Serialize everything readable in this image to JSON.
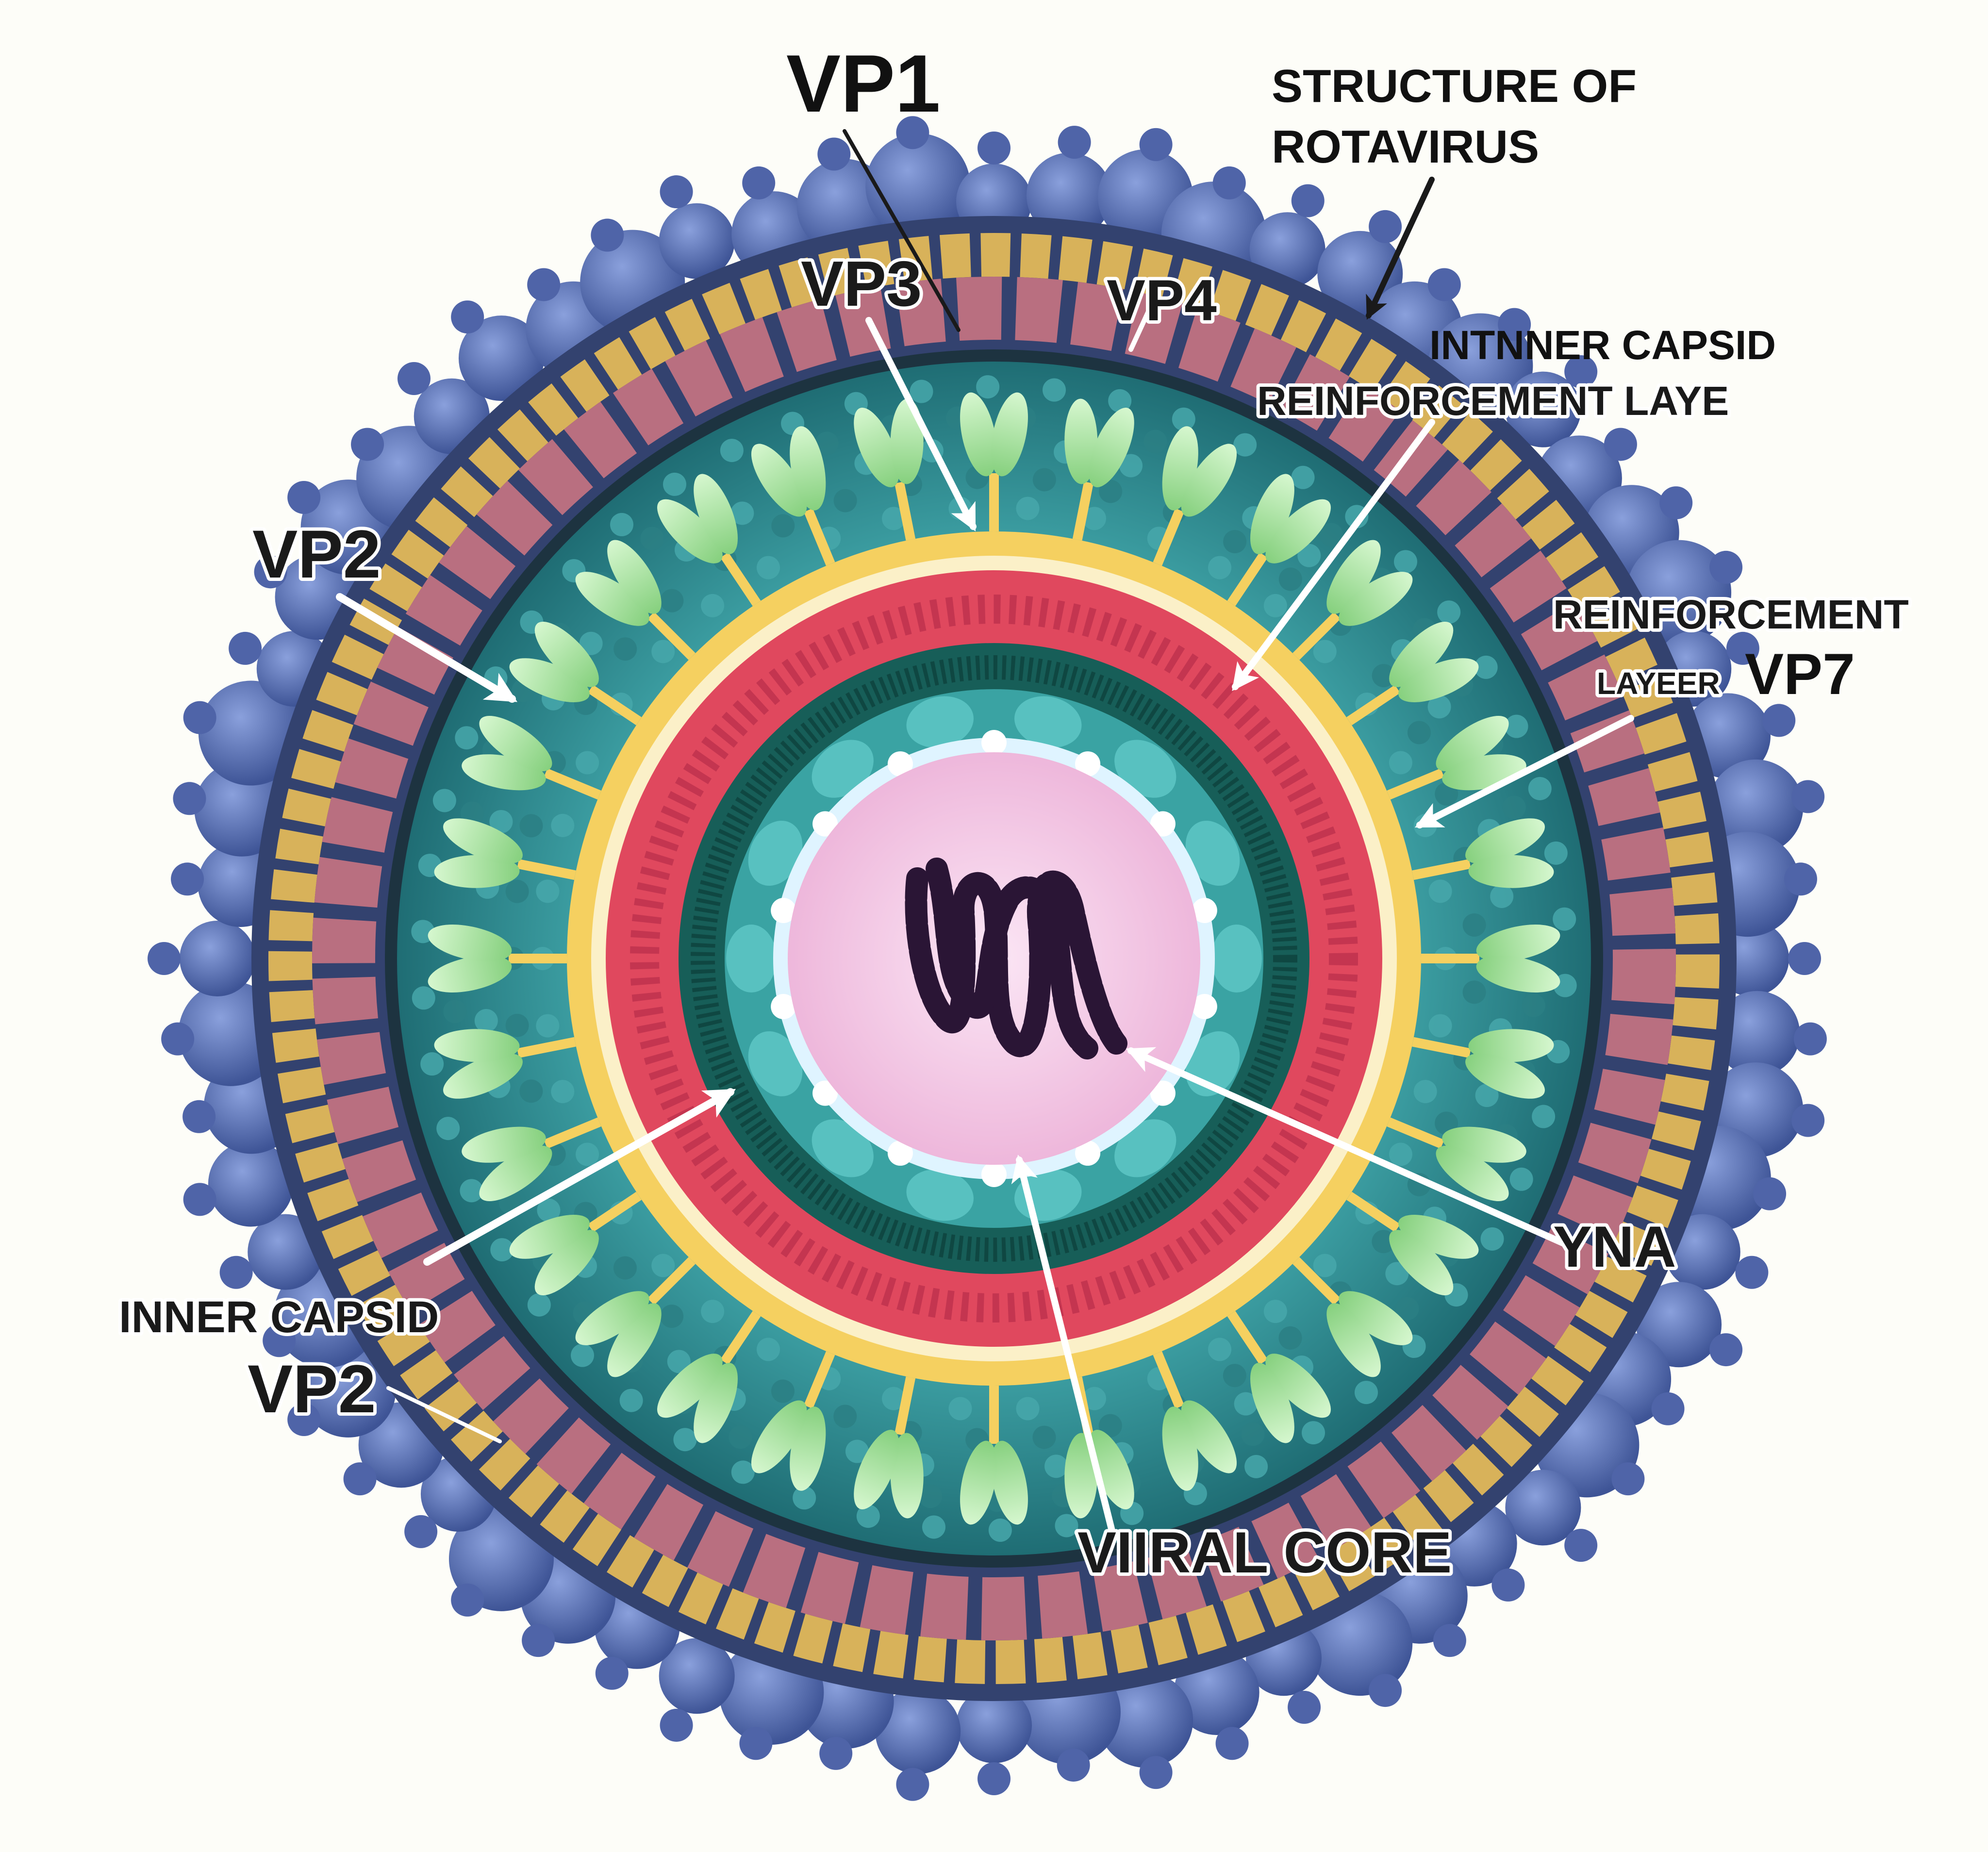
{
  "title_line1": "STRUCTURE OF",
  "title_line2": "ROTAVIRUS",
  "labels": {
    "vp1": "VP1",
    "vp3": "VP3",
    "vp4": "VP4",
    "inner_capsid_top": "INTNNER CAPSID",
    "reinforcement_laye": "REINFORCEMENT LAYE",
    "vp2_left": "VP2",
    "reinforcement": "REINFORCEMENT",
    "layer": "LAYEER",
    "vp7": "VP7",
    "inner_capsid_left": "INNER CAPSID",
    "vp2_bottom": "VP2",
    "rna": "YNA",
    "viral_core": "VIIRAL CORE"
  },
  "colors": {
    "background": "#fdfdf8",
    "spike_protein": "#5a70b8",
    "outer_ring_yellow": "#d8b25a",
    "outer_ring_pink": "#b96f80",
    "teal_shell": "#2f8a8f",
    "green_spikes": "#9fe39a",
    "yellow_ring": "#f5d060",
    "red_ring": "#e0485e",
    "dark_teal_ring": "#175e58",
    "core_pink": "#f6cdea",
    "rna_strand": "#2a1535"
  },
  "icons": {
    "arrows": "white-arrow",
    "genome": "rna-strand-icon"
  }
}
